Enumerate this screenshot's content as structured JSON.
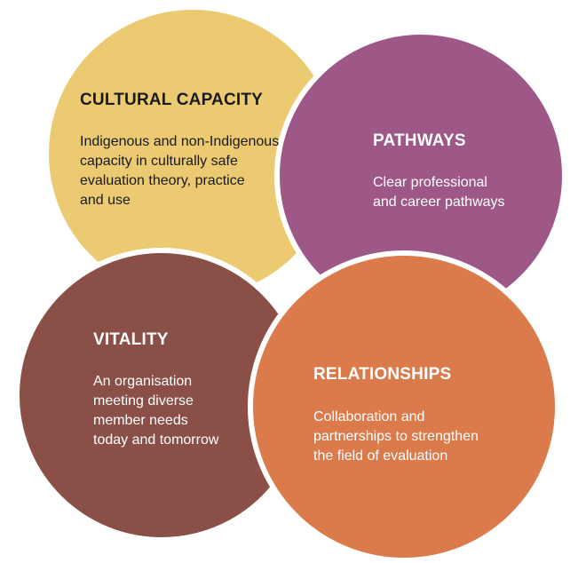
{
  "colors": {
    "cultural_capacity": "#ECCA72",
    "pathways": "#9D5887",
    "vitality": "#8A4F47",
    "relationships": "#DB7A4B",
    "separator": "#ffffff"
  },
  "quadrants": {
    "cultural_capacity": {
      "title": "CULTURAL CAPACITY",
      "lines": [
        "Indigenous and non-Indigenous",
        "capacity in culturally safe",
        "evaluation theory, practice",
        "and use"
      ]
    },
    "pathways": {
      "title": "PATHWAYS",
      "lines": [
        "Clear professional",
        "and career pathways"
      ]
    },
    "vitality": {
      "title": "VITALITY",
      "lines": [
        "An organisation",
        "meeting diverse",
        "member needs",
        "today and tomorrow"
      ]
    },
    "relationships": {
      "title": "RELATIONSHIPS",
      "lines": [
        "Collaboration and",
        "partnerships to strengthen",
        "the field of evaluation"
      ]
    }
  }
}
